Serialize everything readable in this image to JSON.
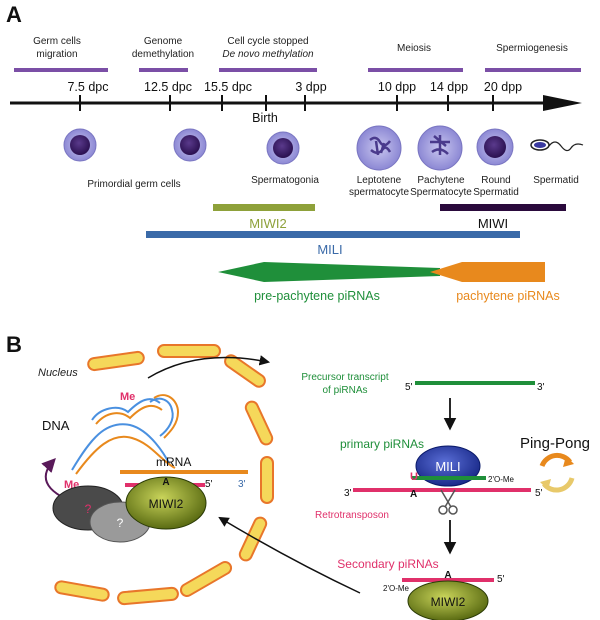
{
  "panel_a": {
    "letter": "A",
    "phases": [
      {
        "line1": "Germ cells",
        "line2": "migration"
      },
      {
        "line1": "Genome",
        "line2": "demethylation"
      },
      {
        "line1": "Cell cycle stopped",
        "line2": "De novo methylation"
      },
      {
        "line1": "Meiosis",
        "line2": ""
      },
      {
        "line1": "Spermiogenesis",
        "line2": ""
      }
    ],
    "ticks": [
      "7.5 dpc",
      "12.5 dpc",
      "15.5 dpc",
      "3 dpp",
      "10 dpp",
      "14 dpp",
      "20 dpp"
    ],
    "birth": "Birth",
    "cells": [
      "Primordial germ cells",
      "Spermatogonia",
      {
        "line1": "Leptotene",
        "line2": "spermatocyte"
      },
      {
        "line1": "Pachytene",
        "line2": "Spermatocyte"
      },
      {
        "line1": "Round",
        "line2": "Spermatid"
      },
      "Spermatid"
    ],
    "proteins": {
      "miwi2": "MIWI2",
      "miwi": "MIWI",
      "mili": "MILI"
    },
    "pirnas": {
      "pre": "pre-pachytene piRNAs",
      "pach": "pachytene piRNAs"
    }
  },
  "panel_b": {
    "letter": "B",
    "nucleus": "Nucleus",
    "dna": "DNA",
    "me": "Me",
    "mrna": "mRNA",
    "unknown": "?",
    "miwi2": "MIWI2",
    "mili": "MILI",
    "five_prime": "5'",
    "three_prime": "3'",
    "precursor_line1": "Precursor transcript",
    "precursor_line2": "of piRNAs",
    "primary": "primary piRNAs",
    "retro": "Retrotransposon",
    "secondary": "Secondary piRNAs",
    "ome": "2'O-Me",
    "u": "U",
    "a": "A",
    "pingpong": "Ping-Pong"
  },
  "colors": {
    "purple": "#7b4fa6",
    "olive": "#8ea13a",
    "dark_purple": "#2a0a3c",
    "blue": "#3a6aa8",
    "green": "#1f8f3a",
    "orange": "#e8891d",
    "crimson": "#e0306a",
    "nucleus_fill": "#f5d85a",
    "nucleus_stroke": "#e8762a"
  }
}
